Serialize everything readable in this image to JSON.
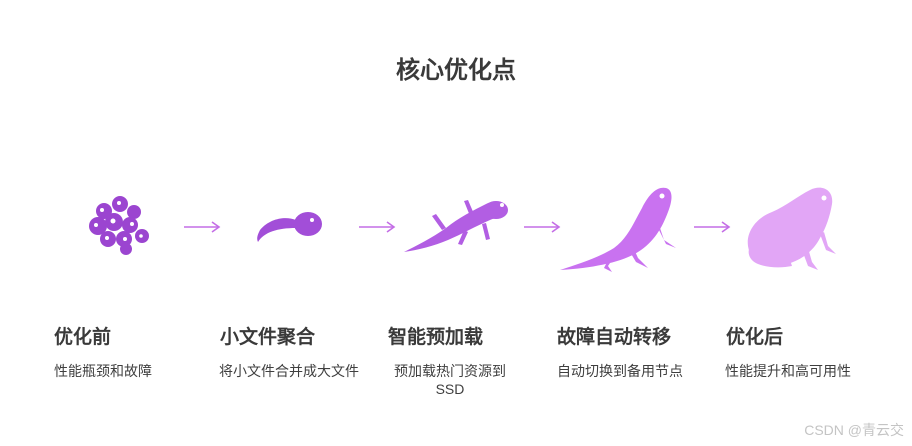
{
  "title": "核心优化点",
  "stages": [
    {
      "title": "优化前",
      "desc": "性能瓶颈和故障",
      "icon": "frog-eggs-icon",
      "color": "#9b45d0"
    },
    {
      "title": "小文件聚合",
      "desc": "将小文件合并成大文件",
      "icon": "tadpole-icon",
      "color": "#a24ed8"
    },
    {
      "title": "智能预加载",
      "desc": "预加载热门资源到SSD",
      "icon": "froglet-icon",
      "color": "#b25ee3"
    },
    {
      "title": "故障自动转移",
      "desc": "自动切换到备用节点",
      "icon": "young-frog-icon",
      "color": "#c972f0"
    },
    {
      "title": "优化后",
      "desc": "性能提升和高可用性",
      "icon": "adult-frog-icon",
      "color": "#e2a6f6"
    }
  ],
  "arrow_color": "#c46ee6",
  "watermark": "CSDN @青云交"
}
